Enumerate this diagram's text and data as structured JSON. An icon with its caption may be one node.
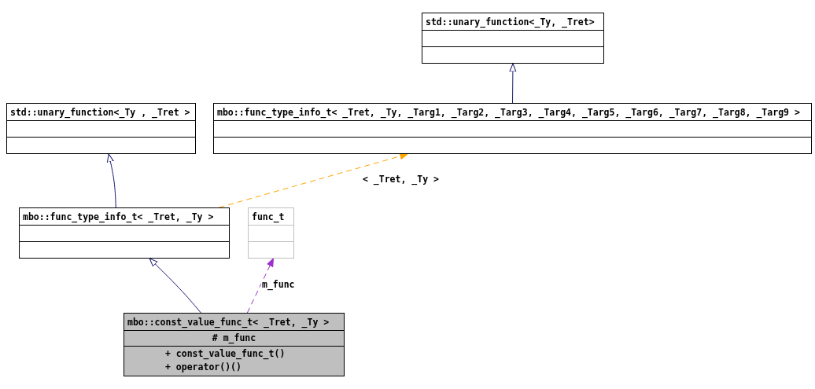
{
  "diagram": {
    "nodes": [
      {
        "text": [
          "std::unary_function<_Ty, _Tret>"
        ]
      },
      {
        "text": [
          "std::unary_function<_Ty , _Tret >"
        ]
      },
      {
        "text": [
          "mbo::func_type_info_t< _Tret, _Ty, _Targ1, _Targ2, _Targ3, _Targ4, _Targ5, _Targ6, _Targ7, _Targ8, _Targ9 >"
        ]
      },
      {
        "text": [
          "mbo::func_type_info_t< _Tret, _Ty >"
        ]
      },
      {
        "text": [
          "func_t"
        ]
      },
      {
        "text": [
          "mbo::const_value_func_t< _Tret, _Ty >",
          "# m_func",
          "+ const_value_func_t()",
          "+ operator()()"
        ]
      }
    ],
    "edges": [
      {
        "from": 2,
        "to": 0,
        "arrow": "to"
      },
      {
        "from": 3,
        "to": 1,
        "arrow": "to"
      },
      {
        "from": 3,
        "to": 2,
        "arrow": "to",
        "label": "< _Tret, _Ty >",
        "style": "dashed",
        "color": "#ffa500"
      },
      {
        "from": 5,
        "to": 3,
        "arrow": "to"
      },
      {
        "from": 5,
        "to": 4,
        "arrow": "to",
        "label": "m_func",
        "style": "dashed",
        "color": "#9a32cd"
      }
    ]
  }
}
